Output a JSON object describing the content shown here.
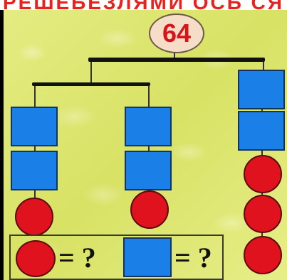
{
  "header": {
    "text": "РЕШЕБЕЗЛЯМИ ОСЬ СЯ"
  },
  "mobile": {
    "total": "64"
  },
  "answer": {
    "circle_equals": "= ?",
    "square_equals": "= ?"
  },
  "colors": {
    "square": "#1a7fe6",
    "circle": "#e0121e",
    "background": "#dfe873",
    "total_text": "#d7141b"
  },
  "branches": [
    {
      "name": "left",
      "items": [
        "square",
        "square",
        "circle"
      ]
    },
    {
      "name": "middle",
      "items": [
        "square",
        "square",
        "circle"
      ]
    },
    {
      "name": "right",
      "items": [
        "square",
        "square",
        "circle",
        "circle",
        "circle"
      ]
    }
  ]
}
